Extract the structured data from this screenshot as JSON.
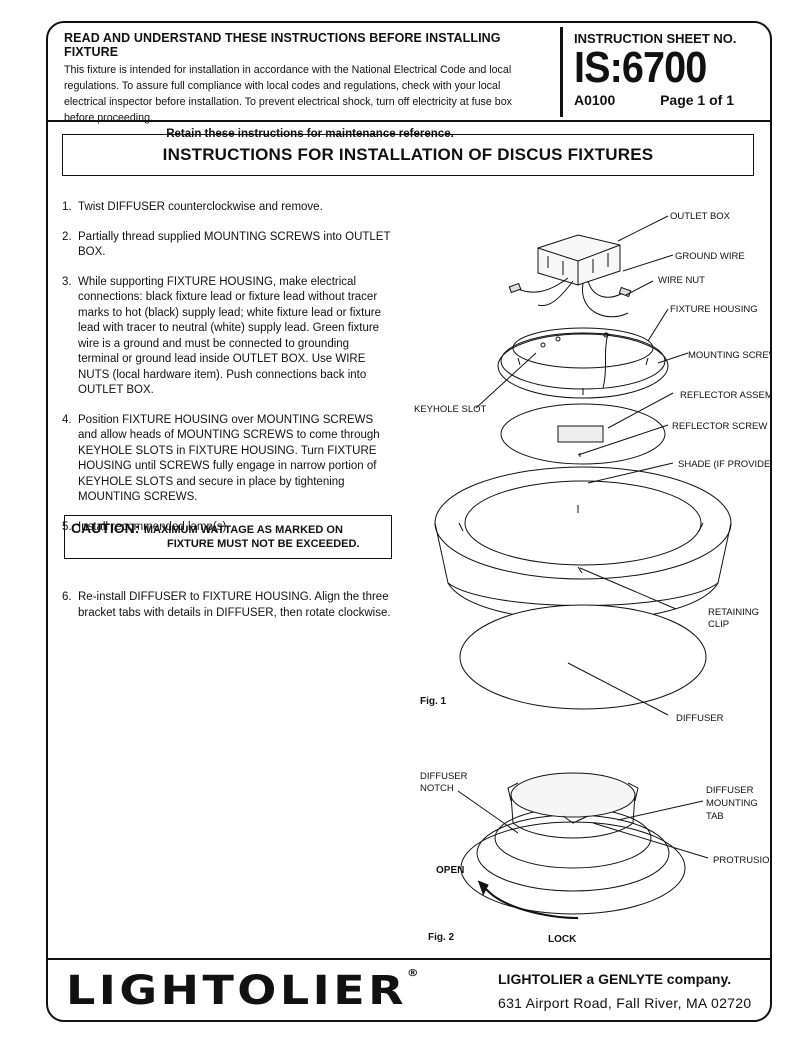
{
  "header": {
    "title": "READ AND UNDERSTAND THESE INSTRUCTIONS BEFORE INSTALLING FIXTURE",
    "body": "This fixture is intended for installation in accordance with the National Electrical Code and local regulations. To assure full compliance with local codes and regulations, check with your local electrical inspector before installation. To prevent electrical shock, turn off electricity at fuse box before proceeding.",
    "retain": "Retain these instructions for maintenance reference.",
    "sheet_label": "INSTRUCTION SHEET NO.",
    "sheet_number": "IS:6700",
    "code": "A0100",
    "page": "Page 1 of 1"
  },
  "main_title": "INSTRUCTIONS FOR INSTALLATION OF DISCUS FIXTURES",
  "steps": [
    {
      "num": "1.",
      "text": "Twist DIFFUSER counterclockwise and remove."
    },
    {
      "num": "2.",
      "text": "Partially thread supplied MOUNTING SCREWS into OUTLET BOX."
    },
    {
      "num": "3.",
      "text": "While supporting FIXTURE HOUSING, make electrical connections: black fixture lead or fixture lead without tracer marks to hot (black) supply lead; white fixture lead or fixture lead with tracer to neutral (white) supply lead. Green fixture wire is a ground and must be connected to grounding terminal or ground lead inside OUTLET BOX. Use WIRE NUTS (local hardware item). Push connections back into OUTLET BOX."
    },
    {
      "num": "4.",
      "text": "Position FIXTURE HOUSING over MOUNTING SCREWS and allow heads of MOUNTING SCREWS to come through KEYHOLE SLOTS in FIXTURE HOUSING. Turn FIXTURE HOUSING until SCREWS fully engage in narrow portion of KEYHOLE SLOTS and secure in place by tightening MOUNTING SCREWS."
    },
    {
      "num": "5.",
      "text": "Install recommended lamp(s)."
    }
  ],
  "caution": {
    "label": "CAUTION:",
    "line1": "MAXIMUM WATTAGE AS MARKED ON",
    "line2": "FIXTURE MUST NOT BE EXCEEDED."
  },
  "step6": {
    "num": "6.",
    "text": "Re-install DIFFUSER to FIXTURE HOUSING. Align the three bracket tabs with details in DIFFUSER, then rotate clockwise."
  },
  "fig1": {
    "caption": "Fig. 1",
    "labels": {
      "outlet_box": "OUTLET BOX",
      "ground_wire": "GROUND WIRE",
      "wire_nut": "WIRE NUT",
      "fixture_housing": "FIXTURE HOUSING",
      "mounting_screws": "MOUNTING SCREWS",
      "keyhole_slot": "KEYHOLE SLOT",
      "reflector_assembly": "REFLECTOR ASSEMBLY",
      "reflector_screw": "REFLECTOR SCREW",
      "shade": "SHADE (IF PROVIDED)",
      "retaining_1": "RETAINING",
      "retaining_2": "CLIP",
      "diffuser": "DIFFUSER"
    }
  },
  "fig2": {
    "caption": "Fig. 2",
    "labels": {
      "notch_1": "DIFFUSER",
      "notch_2": "NOTCH",
      "tab_1": "DIFFUSER",
      "tab_2": "MOUNTING",
      "tab_3": "TAB",
      "protrusion": "PROTRUSION",
      "open": "OPEN",
      "lock": "LOCK"
    }
  },
  "footer": {
    "brand": "LIGHTOLIER",
    "reg": "®",
    "company": "LIGHTOLIER a GENLYTE company.",
    "address": "631 Airport Road, Fall River, MA  02720"
  }
}
